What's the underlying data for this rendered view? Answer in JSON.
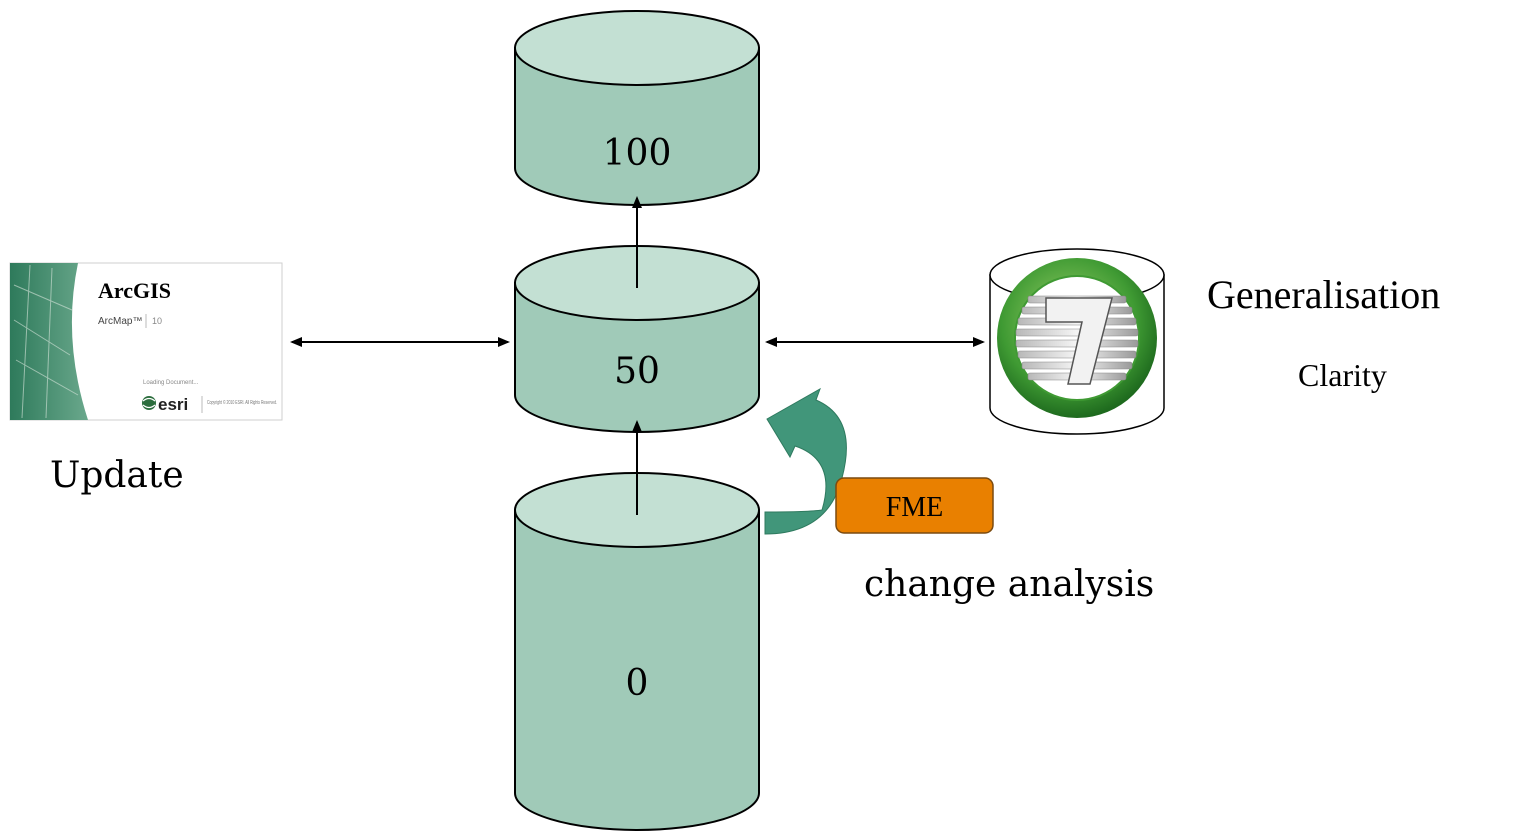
{
  "diagram": {
    "databases": [
      {
        "id": "db100",
        "label": "100"
      },
      {
        "id": "db50",
        "label": "50"
      },
      {
        "id": "db0",
        "label": "0"
      }
    ],
    "tools": {
      "arcgis": {
        "brand": "ArcGIS",
        "product": "ArcMap™",
        "version": "10",
        "loading_text": "Loading Document...",
        "vendor": "esri",
        "copyright": "Copyright © 2010 ESRI. All Rights Reserved.",
        "caption": "Update"
      },
      "clarity": {
        "title": "Generalisation",
        "subtitle": "Clarity"
      },
      "fme": {
        "label": "FME",
        "caption": "change analysis"
      }
    },
    "colors": {
      "cylinder_fill": "#a0cab8",
      "cylinder_top": "#c3e0d3",
      "fme_fill": "#e98000",
      "curved_arrow": "#41967a",
      "curved_arrow_light": "#5fb499"
    }
  }
}
